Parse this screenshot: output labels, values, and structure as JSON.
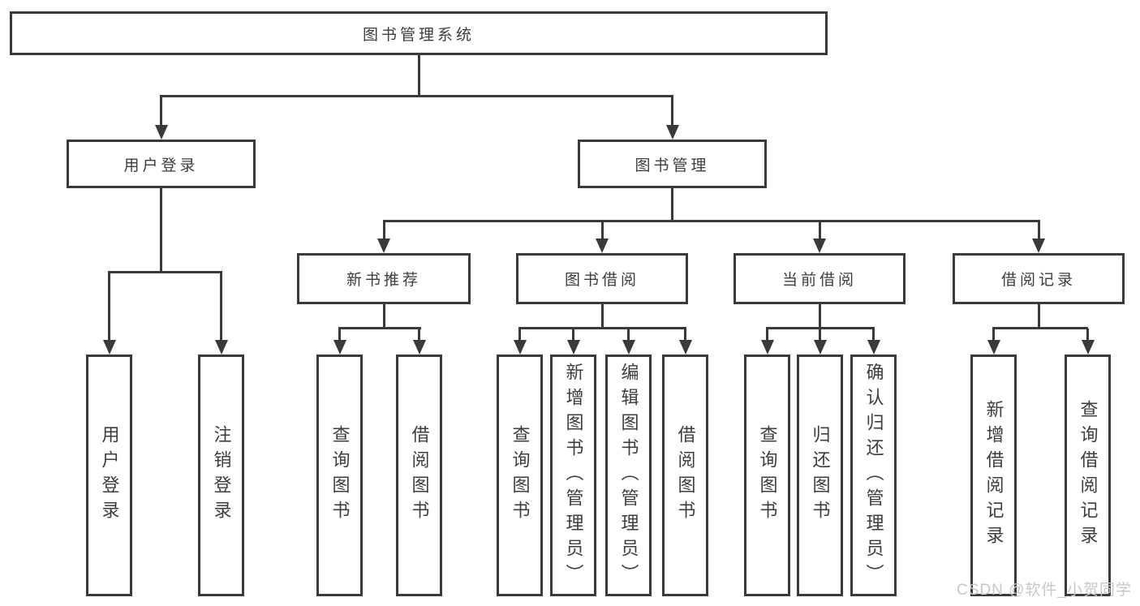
{
  "diagram": {
    "title": "图书管理系统",
    "root": {
      "label": "图书管理系统"
    },
    "branches": [
      {
        "label": "用户登录",
        "children": [
          {
            "label": "用户登录"
          },
          {
            "label": "注销登录"
          }
        ]
      },
      {
        "label": "图书管理",
        "children": [
          {
            "label": "新书推荐",
            "children": [
              {
                "label": "查询图书"
              },
              {
                "label": "借阅图书"
              }
            ]
          },
          {
            "label": "图书借阅",
            "children": [
              {
                "label": "查询图书"
              },
              {
                "label": "新增图书（管理员）"
              },
              {
                "label": "编辑图书（管理员）"
              },
              {
                "label": "借阅图书"
              }
            ]
          },
          {
            "label": "当前借阅",
            "children": [
              {
                "label": "查询图书"
              },
              {
                "label": "归还图书"
              },
              {
                "label": "确认归还（管理员）"
              }
            ]
          },
          {
            "label": "借阅记录",
            "children": [
              {
                "label": "新增借阅记录"
              },
              {
                "label": "查询借阅记录"
              }
            ]
          }
        ]
      }
    ]
  },
  "watermark": {
    "text": "CSDN @软件_小贺同学"
  },
  "colors": {
    "line": "#3a3a3a",
    "text": "#3d3d3d",
    "background": "#ffffff",
    "watermark": "#c7c7c7"
  }
}
